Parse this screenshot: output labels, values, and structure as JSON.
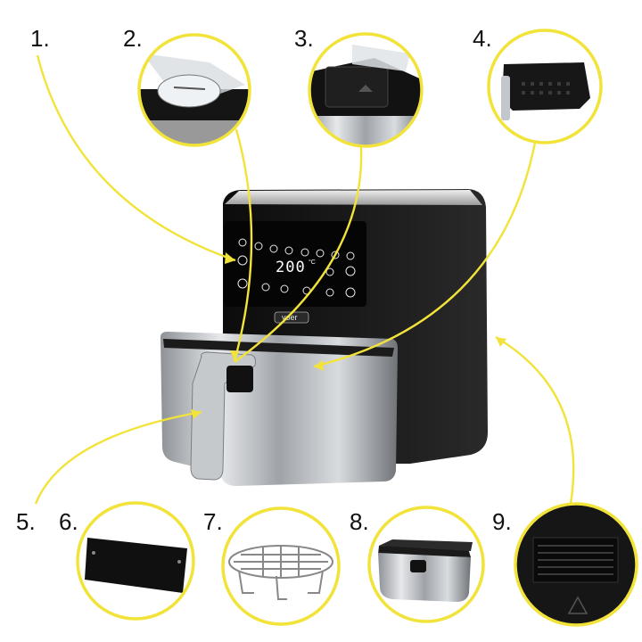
{
  "callouts": [
    {
      "label": "1.",
      "part": "control-panel"
    },
    {
      "label": "2.",
      "part": "safety-lid"
    },
    {
      "label": "3.",
      "part": "basket-release-button"
    },
    {
      "label": "4.",
      "part": "inner-basket"
    },
    {
      "label": "5.",
      "part": "outer-basket-handle"
    },
    {
      "label": "6.",
      "part": "silicone-mat"
    },
    {
      "label": "7.",
      "part": "rack"
    },
    {
      "label": "8.",
      "part": "drawer"
    },
    {
      "label": "9.",
      "part": "air-outlet"
    }
  ],
  "display": {
    "temperature": "200",
    "unit": "°C"
  },
  "brand": "yoer",
  "colors": {
    "callout_line": "#f2e33a",
    "body": "#141414",
    "steel": "#b9bcc0"
  }
}
